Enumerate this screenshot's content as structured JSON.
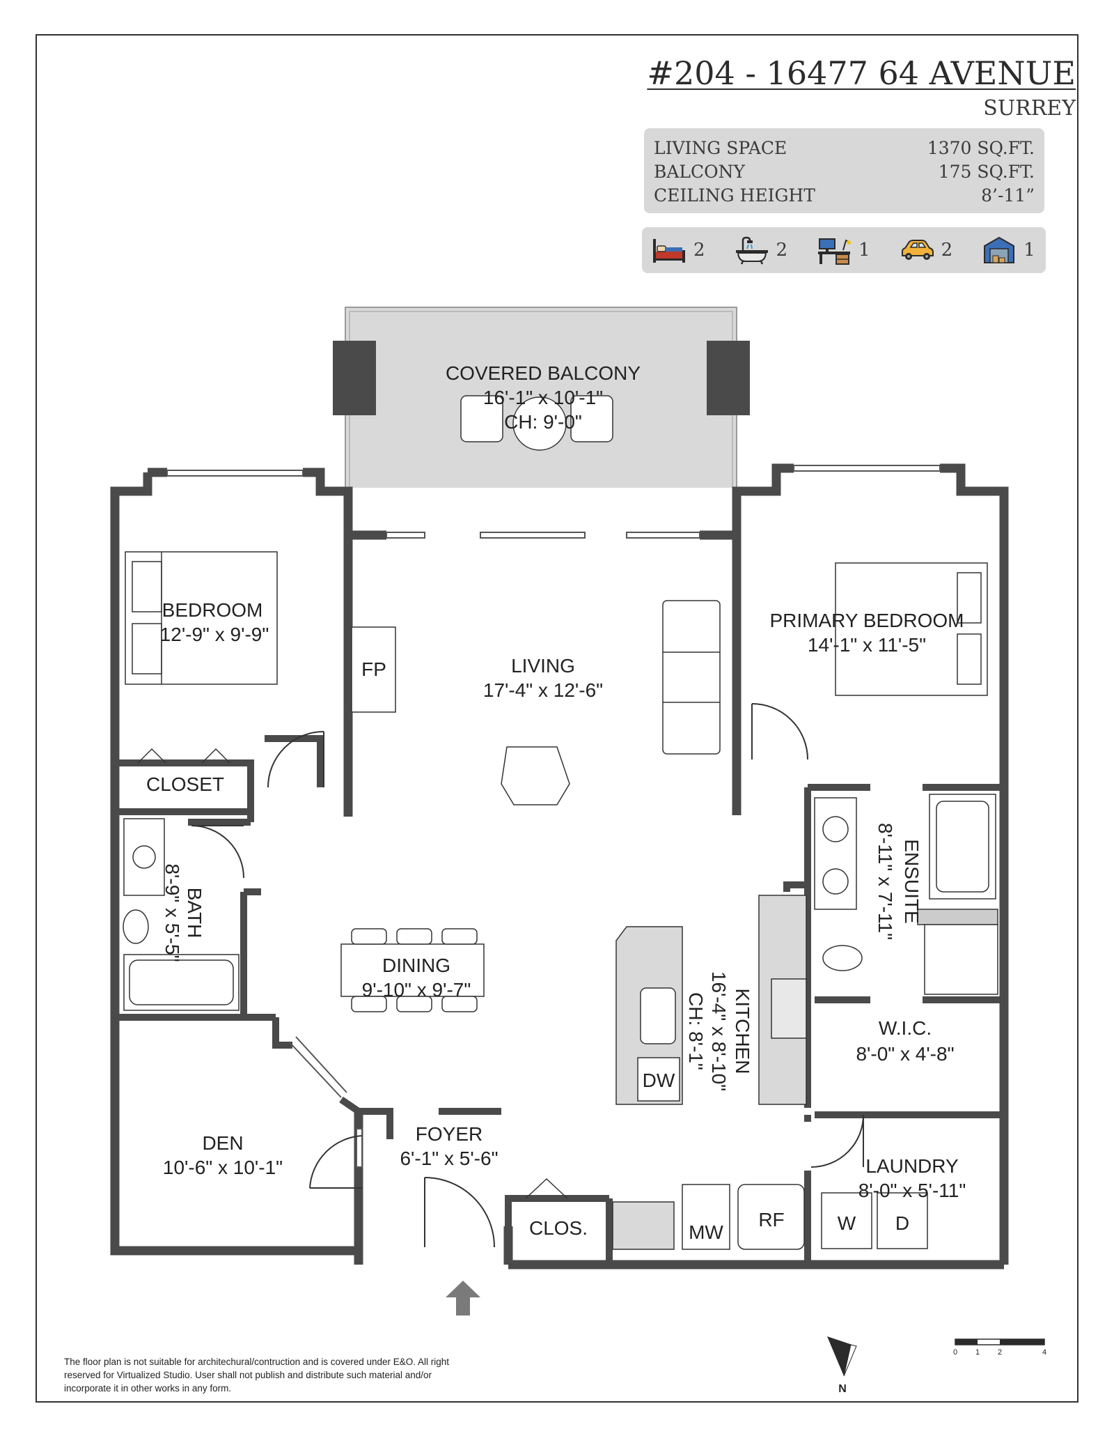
{
  "header": {
    "title": "#204 - 16477 64 AVENUE",
    "city": "SURREY"
  },
  "specs": [
    {
      "label": "LIVING SPACE",
      "value": "1370 SQ.FT."
    },
    {
      "label": "BALCONY",
      "value": "175 SQ.FT."
    },
    {
      "label": "CEILING HEIGHT",
      "value": "8’-11”"
    }
  ],
  "amenities": [
    {
      "icon": "bed-icon",
      "count": "2"
    },
    {
      "icon": "bathtub-icon",
      "count": "2"
    },
    {
      "icon": "desk-icon",
      "count": "1"
    },
    {
      "icon": "car-icon",
      "count": "2"
    },
    {
      "icon": "storage-locker-icon",
      "count": "1"
    }
  ],
  "rooms": {
    "balcony": {
      "name": "COVERED BALCONY",
      "dims": "16'-1\" x 10'-1\"",
      "ch": "CH: 9'-0\""
    },
    "bedroom": {
      "name": "BEDROOM",
      "dims": "12'-9\" x 9'-9\""
    },
    "fp": "FP",
    "living": {
      "name": "LIVING",
      "dims": "17'-4\" x 12'-6\""
    },
    "primary": {
      "name": "PRIMARY BEDROOM",
      "dims": "14'-1\" x 11'-5\""
    },
    "closet": "CLOSET",
    "bath": {
      "name": "BATH",
      "dims": "8'-9\" x 5'-5\""
    },
    "ensuite": {
      "name": "ENSUITE",
      "dims": "8'-11\" x 7'-11\""
    },
    "dining": {
      "name": "DINING",
      "dims": "9'-10\" x 9'-7\""
    },
    "kitchen": {
      "name": "KITCHEN",
      "dims": "16'-4\" x 8'-10\"",
      "ch": "CH: 8'-1\""
    },
    "dw": "DW",
    "wic": {
      "name": "W.I.C.",
      "dims": "8'-0\" x 4'-8\""
    },
    "den": {
      "name": "DEN",
      "dims": "10'-6\" x 10'-1\""
    },
    "foyer": {
      "name": "FOYER",
      "dims": "6'-1\" x 5'-6\""
    },
    "laundry": {
      "name": "LAUNDRY",
      "dims": "8'-0\" x 5'-11\""
    },
    "clos": "CLOS.",
    "mw": "MW",
    "rf": "RF",
    "w": "W",
    "d": "D"
  },
  "compass": "N",
  "scale": {
    "ticks": [
      "0",
      "1",
      "2",
      "4"
    ]
  },
  "disclaimer": "The floor plan is not suitable for architechural/contruction and is covered under E&O. All right reserved for Virtualized Studio. User shall not publish and distribute such material and/or incorporate it in other works in any form."
}
